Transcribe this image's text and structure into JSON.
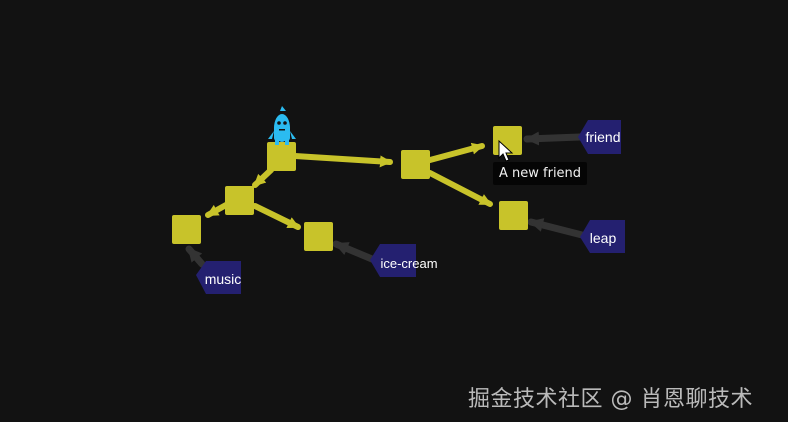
{
  "graph": {
    "colors": {
      "background": "#121212",
      "commit_node": "#c8c32a",
      "commit_edge": "#c8c32a",
      "ref_node": "#242070",
      "ref_edge": "#333333",
      "ref_text": "#ffffff",
      "tooltip_bg": "#050505",
      "tooltip_text": "#f2f2f2",
      "avatar": "#2bbbf0"
    },
    "refs": {
      "friend": "friend",
      "leap": "leap",
      "ice_cream": "ice-cream",
      "music": "music"
    },
    "tooltip": "A new friend",
    "avatar_icon": "blue-character-icon",
    "cursor_icon": "mouse-pointer-icon"
  },
  "watermark": "掘金技术社区 @ 肖恩聊技术"
}
